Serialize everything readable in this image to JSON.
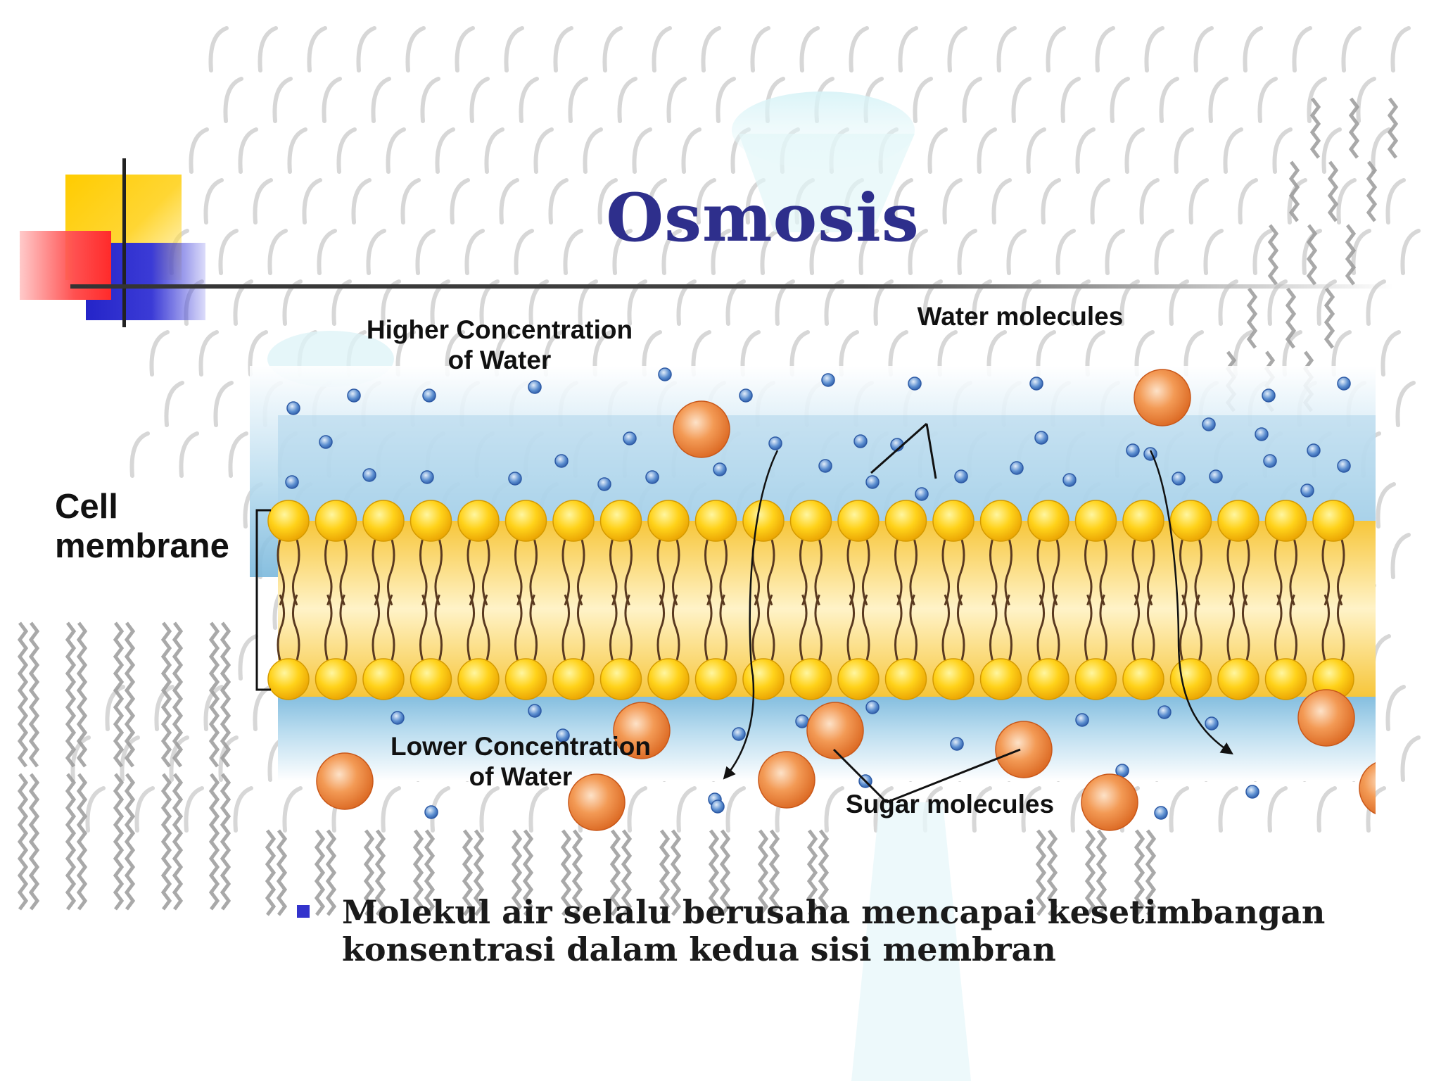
{
  "slide": {
    "title": "Osmosis"
  },
  "diagram": {
    "label_high": [
      "Higher Concentration",
      "of Water"
    ],
    "label_low": [
      "Lower Concentration",
      "of Water"
    ],
    "label_water": "Water molecules",
    "label_sugar": "Sugar molecules",
    "label_membrane": [
      "Cell",
      "membrane"
    ]
  },
  "bullet": {
    "lines": [
      "Molekul air selalu berusaha mencapai kesetimbangan",
      "konsentrasi dalam kedua sisi membran"
    ]
  },
  "colors": {
    "title": "#2E2F8C",
    "water_molecule": "#4a78c0",
    "sugar_molecule": "#e8823a",
    "phospholipid_head": "#f5c400",
    "membrane_band": "#fbd96a",
    "bullet": "#3333CC"
  }
}
